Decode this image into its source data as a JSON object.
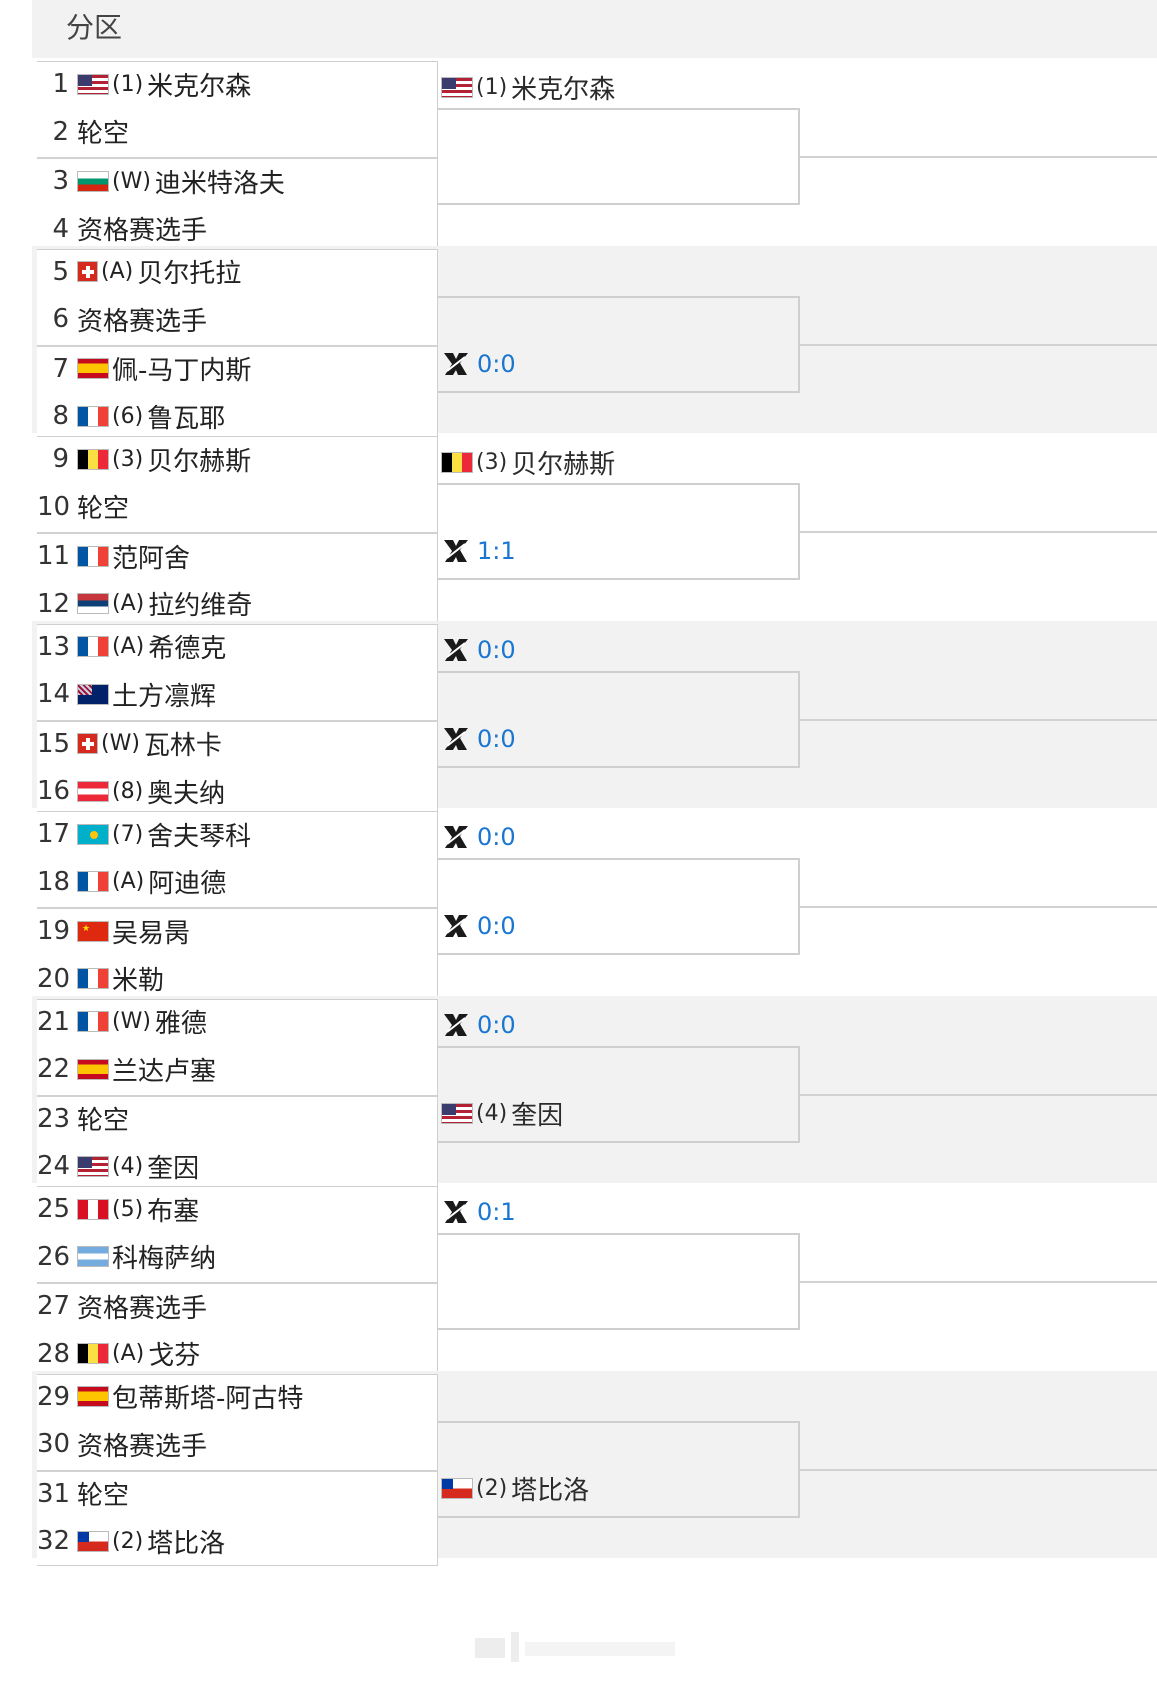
{
  "header": {
    "title": "分区"
  },
  "icons": {
    "match_icon": "crossed-rackets-icon",
    "score_color": "#1976d2"
  },
  "first_round": [
    {
      "num": "1",
      "flag": "us",
      "seed": "(1)",
      "name": "米克尔森"
    },
    {
      "num": "2",
      "flag": "",
      "seed": "",
      "name": "轮空"
    },
    {
      "num": "3",
      "flag": "bg",
      "seed": "(W)",
      "name": "迪米特洛夫"
    },
    {
      "num": "4",
      "flag": "",
      "seed": "",
      "name": "资格赛选手"
    },
    {
      "num": "5",
      "flag": "ch",
      "seed": "(A)",
      "name": "贝尔托拉"
    },
    {
      "num": "6",
      "flag": "",
      "seed": "",
      "name": "资格赛选手"
    },
    {
      "num": "7",
      "flag": "es",
      "seed": "",
      "name": "佩-马丁内斯"
    },
    {
      "num": "8",
      "flag": "fr",
      "seed": "(6)",
      "name": "鲁瓦耶"
    },
    {
      "num": "9",
      "flag": "be",
      "seed": "(3)",
      "name": "贝尔赫斯"
    },
    {
      "num": "10",
      "flag": "",
      "seed": "",
      "name": "轮空"
    },
    {
      "num": "11",
      "flag": "fr",
      "seed": "",
      "name": "范阿舍"
    },
    {
      "num": "12",
      "flag": "rs",
      "seed": "(A)",
      "name": "拉约维奇"
    },
    {
      "num": "13",
      "flag": "fr",
      "seed": "(A)",
      "name": "希德克"
    },
    {
      "num": "14",
      "flag": "au",
      "seed": "",
      "name": "土方凛辉"
    },
    {
      "num": "15",
      "flag": "ch",
      "seed": "(W)",
      "name": "瓦林卡"
    },
    {
      "num": "16",
      "flag": "at",
      "seed": "(8)",
      "name": "奥夫纳"
    },
    {
      "num": "17",
      "flag": "kz",
      "seed": "(7)",
      "name": "舍夫琴科"
    },
    {
      "num": "18",
      "flag": "fr",
      "seed": "(A)",
      "name": "阿迪德"
    },
    {
      "num": "19",
      "flag": "cn",
      "seed": "",
      "name": "吴易昺"
    },
    {
      "num": "20",
      "flag": "fr",
      "seed": "",
      "name": "米勒"
    },
    {
      "num": "21",
      "flag": "fr",
      "seed": "(W)",
      "name": "雅德"
    },
    {
      "num": "22",
      "flag": "es",
      "seed": "",
      "name": "兰达卢塞"
    },
    {
      "num": "23",
      "flag": "",
      "seed": "",
      "name": "轮空"
    },
    {
      "num": "24",
      "flag": "us",
      "seed": "(4)",
      "name": "奎因"
    },
    {
      "num": "25",
      "flag": "pe",
      "seed": "(5)",
      "name": "布塞"
    },
    {
      "num": "26",
      "flag": "ar",
      "seed": "",
      "name": "科梅萨纳"
    },
    {
      "num": "27",
      "flag": "",
      "seed": "",
      "name": "资格赛选手"
    },
    {
      "num": "28",
      "flag": "be",
      "seed": "(A)",
      "name": "戈芬"
    },
    {
      "num": "29",
      "flag": "es",
      "seed": "",
      "name": "包蒂斯塔-阿古特"
    },
    {
      "num": "30",
      "flag": "",
      "seed": "",
      "name": "资格赛选手"
    },
    {
      "num": "31",
      "flag": "",
      "seed": "",
      "name": "轮空"
    },
    {
      "num": "32",
      "flag": "cl",
      "seed": "(2)",
      "name": "塔比洛"
    }
  ],
  "second_round": [
    {
      "type": "player",
      "flag": "us",
      "seed": "(1)",
      "name": "米克尔森"
    },
    {
      "type": "empty"
    },
    {
      "type": "empty"
    },
    {
      "type": "score",
      "score": "0:0"
    },
    {
      "type": "player",
      "flag": "be",
      "seed": "(3)",
      "name": "贝尔赫斯"
    },
    {
      "type": "score",
      "score": "1:1"
    },
    {
      "type": "score",
      "score": "0:0"
    },
    {
      "type": "score",
      "score": "0:0"
    },
    {
      "type": "score",
      "score": "0:0"
    },
    {
      "type": "score",
      "score": "0:0"
    },
    {
      "type": "score",
      "score": "0:0"
    },
    {
      "type": "player",
      "flag": "us",
      "seed": "(4)",
      "name": "奎因"
    },
    {
      "type": "score",
      "score": "0:1"
    },
    {
      "type": "empty"
    },
    {
      "type": "empty"
    },
    {
      "type": "player",
      "flag": "cl",
      "seed": "(2)",
      "name": "塔比洛"
    }
  ]
}
